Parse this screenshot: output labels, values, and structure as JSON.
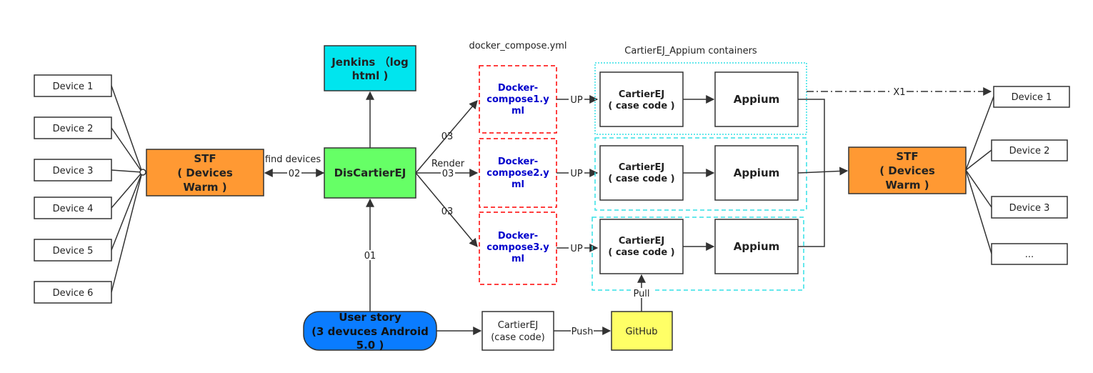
{
  "labels": {
    "docker_compose_file": "docker_compose.yml",
    "containers_title": "CartierEJ_Appium containers"
  },
  "left_devices": [
    "Device 1",
    "Device 2",
    "Device 3",
    "Device 4",
    "Device 5",
    "Device 6"
  ],
  "right_devices": [
    "Device 1",
    "Device 2",
    "Device 3",
    "..."
  ],
  "stf_left": [
    "STF",
    "( Devices",
    "Warm )"
  ],
  "stf_right": [
    "STF",
    "( Devices",
    "Warm )"
  ],
  "jenkins": [
    "Jenkins （log",
    "html )"
  ],
  "discartierej": "DisCartierEJ",
  "compose_files": [
    [
      "Docker-",
      "compose1.y",
      "ml"
    ],
    [
      "Docker-",
      "compose2.y",
      "ml"
    ],
    [
      "Docker-",
      "compose3.y",
      "ml"
    ]
  ],
  "cartierej_container": [
    "CartierEJ",
    "( case code )"
  ],
  "appium": "Appium",
  "user_story": [
    "User story",
    "(3 devuces Android",
    "5.0 )"
  ],
  "cartierej_code": [
    "CartierEJ",
    "(case code)"
  ],
  "github": "GitHub",
  "edge_labels": {
    "find_devices": "find devices",
    "e02": "02",
    "e01": "01",
    "e03_top": "03",
    "e03_mid": "03",
    "e03_bot": "03",
    "render": "Render",
    "up1": "UP",
    "up2": "UP",
    "up3": "UP",
    "x1": "X1",
    "push": "Push",
    "pull": "Pull"
  },
  "colors": {
    "stf": "#ff9933",
    "jenkins": "#00e5ee",
    "discartierej": "#66ff66",
    "user_story": "#0a7cff",
    "github": "#ffff66",
    "compose_border": "#ff0000",
    "compose_text": "#0000cc",
    "container_group_border": "#33e0e6"
  }
}
